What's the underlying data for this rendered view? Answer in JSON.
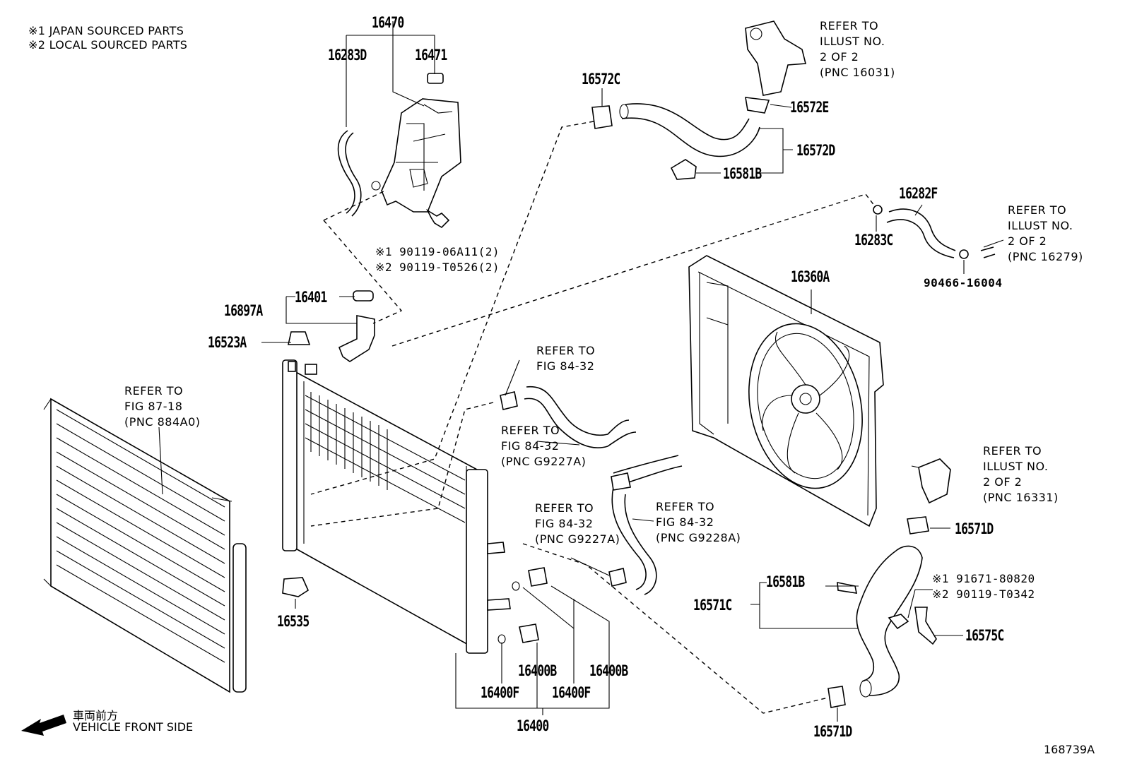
{
  "legend": {
    "line1": "※1  JAPAN SOURCED PARTS",
    "line2": "※2  LOCAL SOURCED PARTS"
  },
  "parts": {
    "p16470": "16470",
    "p16283D": "16283D",
    "p16471": "16471",
    "p16572C": "16572C",
    "p16572E": "16572E",
    "p16572D": "16572D",
    "p16581B_top": "16581B",
    "p16282F": "16282F",
    "p16283C": "16283C",
    "p90466": "90466-16004",
    "p16360A": "16360A",
    "p16401": "16401",
    "p16897A": "16897A",
    "p16523A": "16523A",
    "p16535": "16535",
    "p16571D_right": "16571D",
    "p16581B_low": "16581B",
    "p16571C": "16571C",
    "p16575C": "16575C",
    "p16571D_bottom": "16571D",
    "p16400B_left": "16400B",
    "p16400B_right": "16400B",
    "p16400F_left": "16400F",
    "p16400F_right": "16400F",
    "p16400": "16400"
  },
  "notes": {
    "bolt_j": "※1 90119-06A11(2)",
    "bolt_l": "※2 90119-T0526(2)",
    "bolt2_j": "※1 91671-80820",
    "bolt2_l": "※2 90119-T0342"
  },
  "refs": {
    "thermostat": [
      "REFER TO",
      "ILLUST NO.",
      "2 OF 2",
      "(PNC 16031)"
    ],
    "pipe": [
      "REFER TO",
      "ILLUST NO.",
      "2 OF 2",
      "(PNC 16279)"
    ],
    "water_inlet": [
      "REFER TO",
      "ILLUST NO.",
      "2 OF 2",
      "(PNC 16331)"
    ],
    "condenser": [
      "REFER TO",
      "FIG 87-18",
      "(PNC 884A0)"
    ],
    "clamp": [
      "REFER TO",
      "FIG 84-32"
    ],
    "hose_a": [
      "REFER TO",
      "FIG 84-32",
      "(PNC G9227A)"
    ],
    "hose_b": [
      "REFER TO",
      "FIG 84-32",
      "(PNC G9227A)"
    ],
    "hose_c": [
      "REFER TO",
      "FIG 84-32",
      "(PNC G9228A)"
    ]
  },
  "footer": {
    "direction_jp": "車両前方",
    "direction_en": "VEHICLE FRONT SIDE",
    "illustration_id": "168739A"
  }
}
